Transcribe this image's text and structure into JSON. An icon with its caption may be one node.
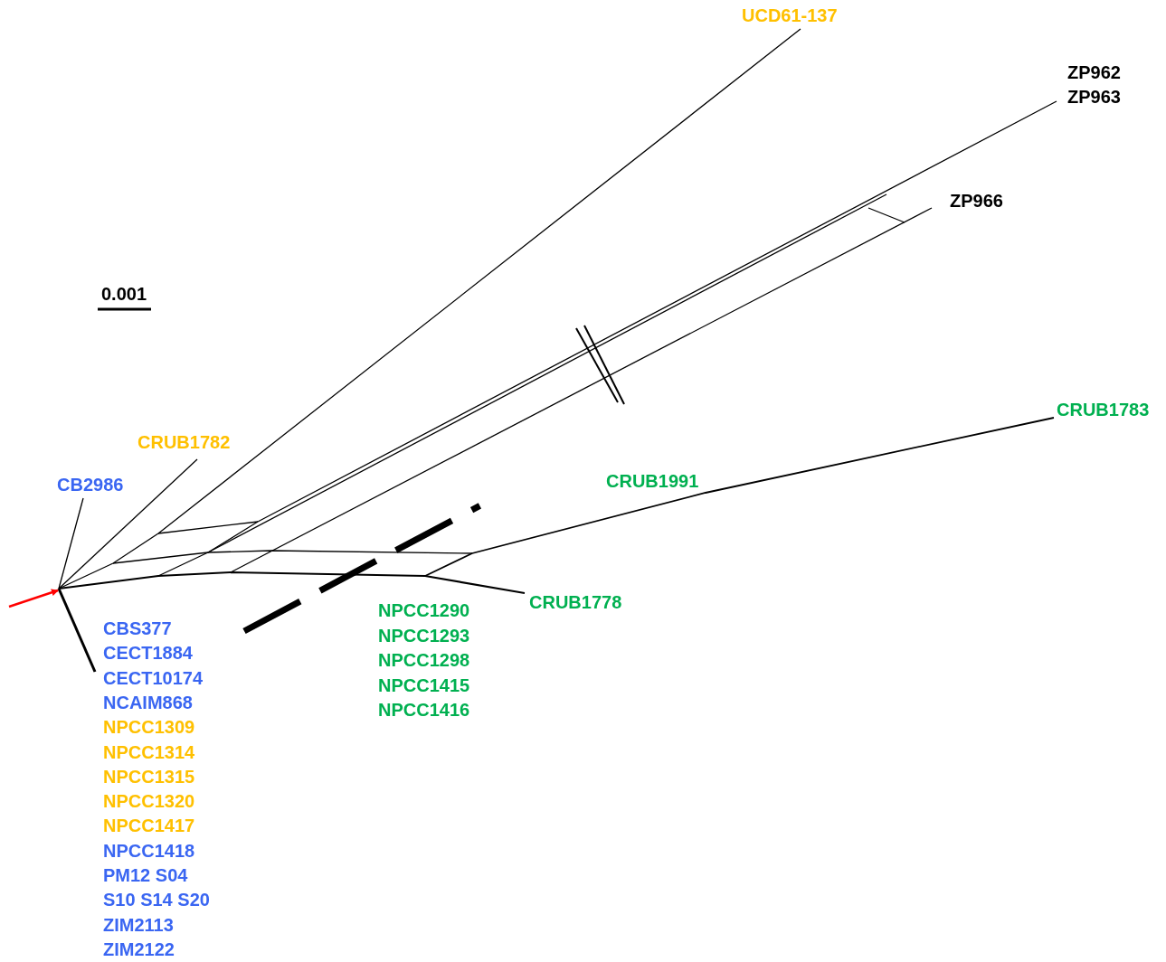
{
  "diagram": {
    "labels": [
      "UCD61-137",
      "ZP962",
      "ZP963",
      "ZP966",
      "0.001",
      "CRUB1783",
      "CRUB1782",
      "CRUB1991",
      "CB2986",
      "CRUB1778",
      "NPCC1290",
      "NPCC1293",
      "NPCC1298",
      "NPCC1415",
      "NPCC1416",
      "CBS377",
      "CECT1884",
      "CECT10174",
      "NCAIM868",
      "NPCC1309",
      "NPCC1314",
      "NPCC1315",
      "NPCC1320",
      "NPCC1417",
      "NPCC1418",
      "PM12 S04",
      "S10 S14 S20",
      "ZIM2113",
      "ZIM2122"
    ]
  }
}
